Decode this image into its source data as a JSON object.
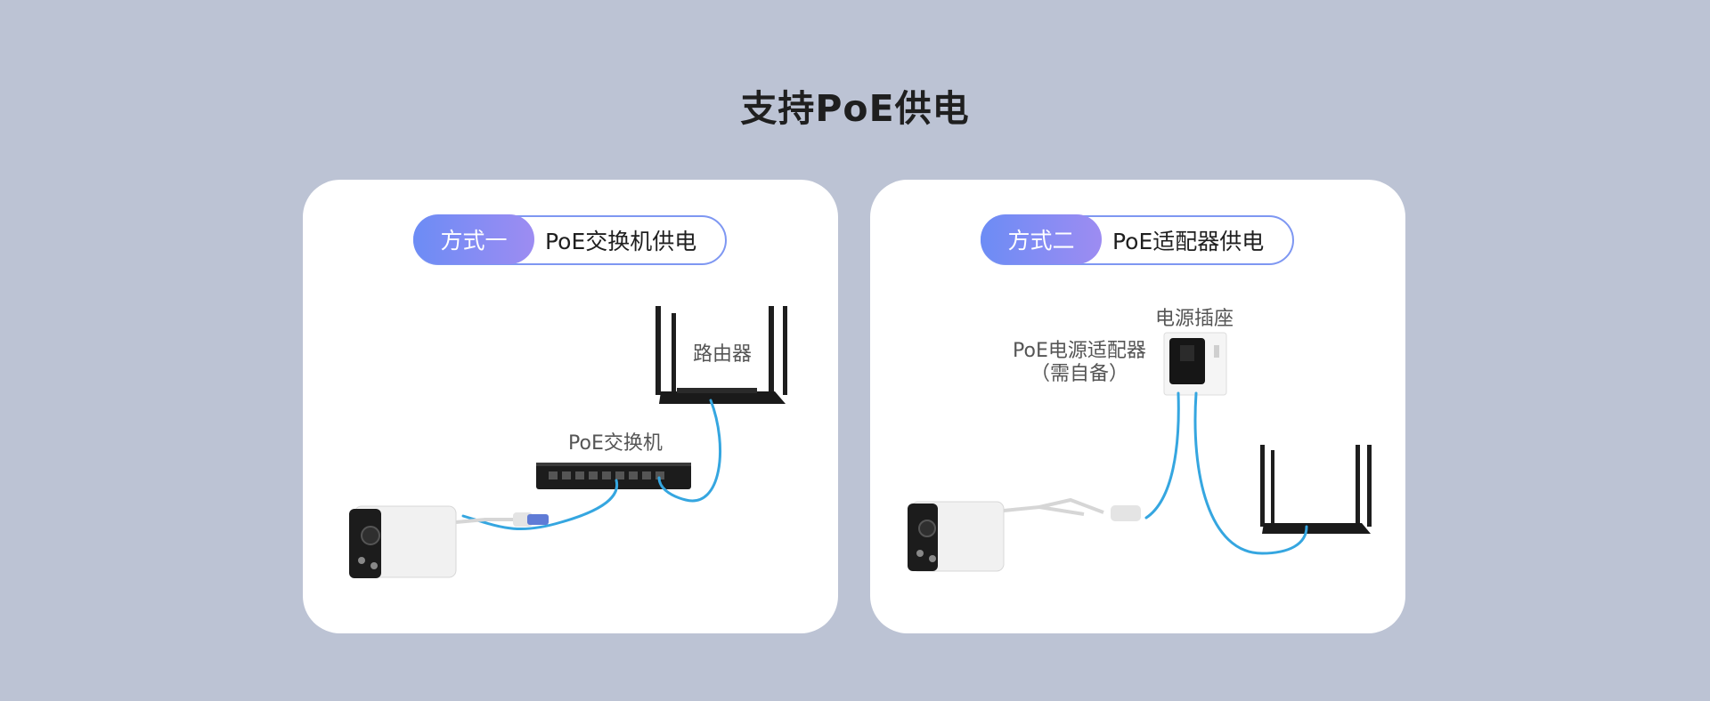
{
  "title": "支持PoE供电",
  "cards": [
    {
      "tag": "方式一",
      "heading": "PoE交换机供电",
      "labels": {
        "router": "路由器",
        "switch": "PoE交换机"
      }
    },
    {
      "tag": "方式二",
      "heading": "PoE适配器供电",
      "labels": {
        "socket": "电源插座",
        "adapter_line1": "PoE电源适配器",
        "adapter_line2": "（需自备）"
      }
    }
  ],
  "colors": {
    "background": "#bcc3d4",
    "accent": "#7e97f2",
    "cable": "#35a6e0"
  },
  "icons": [
    "camera-icon",
    "router-icon",
    "switch-icon",
    "wall-socket-icon",
    "poe-adapter-icon"
  ]
}
